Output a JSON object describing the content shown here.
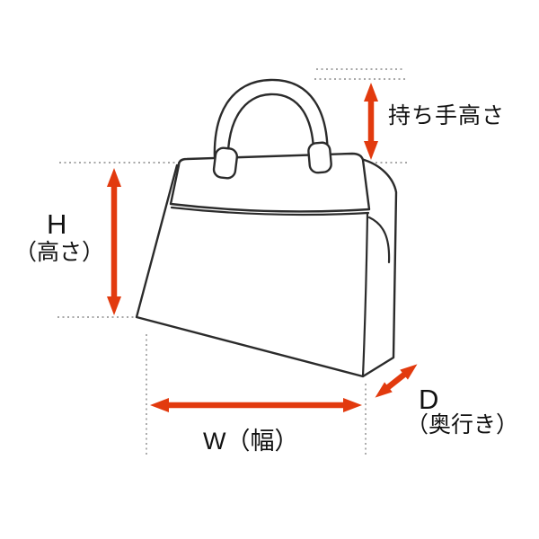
{
  "diagram": {
    "title": "bag-dimension-diagram",
    "labels": {
      "handle_height": "持ち手高さ",
      "height_letter": "H",
      "height_name": "（高さ）",
      "width": "W（幅）",
      "depth_letter": "D",
      "depth_name": "（奥行き）"
    },
    "colors": {
      "arrow": "#e23a0e",
      "outline": "#2b2b2b",
      "guide": "#8a8a8a",
      "background": "#ffffff"
    }
  }
}
